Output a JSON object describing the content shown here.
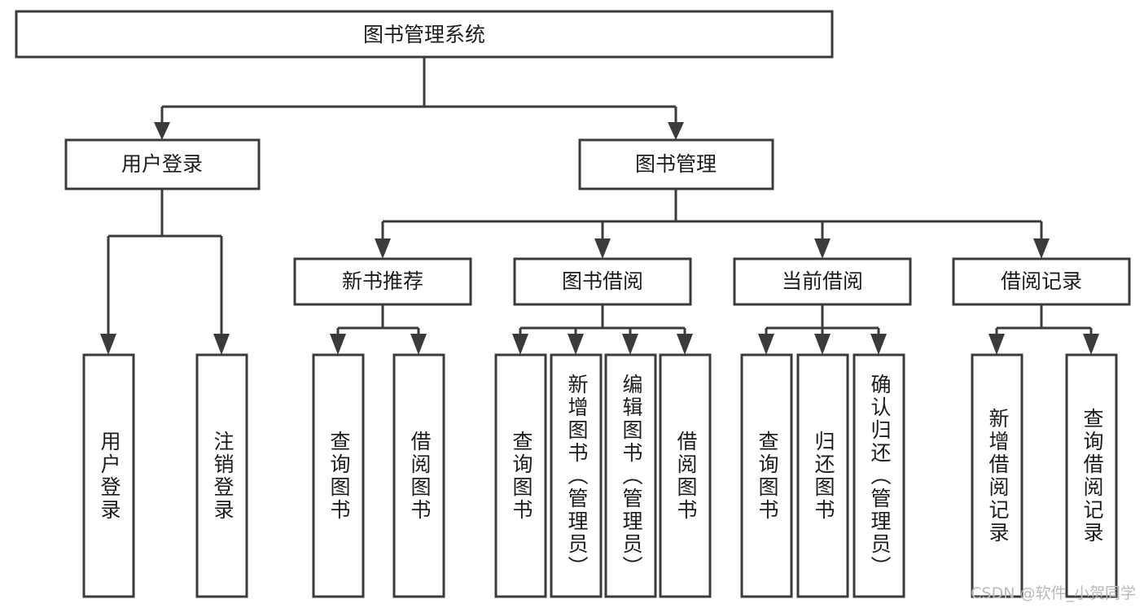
{
  "diagram": {
    "type": "tree-hierarchy",
    "title": "图书管理系统",
    "orientation": "top-down",
    "colors": {
      "background": "#ffffff",
      "box_fill": "#ffffff",
      "box_stroke": "#3b3b3b",
      "connector": "#3b3b3b",
      "text": "#1c1c1c",
      "watermark": "#b9b9b9"
    },
    "root": {
      "label": "图书管理系统",
      "orientation": "horizontal"
    },
    "level2": [
      {
        "label": "用户登录",
        "orientation": "horizontal"
      },
      {
        "label": "图书管理",
        "orientation": "horizontal"
      }
    ],
    "level3": [
      {
        "label": "新书推荐",
        "orientation": "horizontal"
      },
      {
        "label": "图书借阅",
        "orientation": "horizontal"
      },
      {
        "label": "当前借阅",
        "orientation": "horizontal"
      },
      {
        "label": "借阅记录",
        "orientation": "horizontal"
      }
    ],
    "leaves": {
      "user_login": [
        {
          "label": "用户登录",
          "orientation": "vertical"
        },
        {
          "label": "注销登录",
          "orientation": "vertical"
        }
      ],
      "new_book_recommend": [
        {
          "label": "查询图书",
          "orientation": "vertical"
        },
        {
          "label": "借阅图书",
          "orientation": "vertical"
        }
      ],
      "book_borrow": [
        {
          "label": "查询图书",
          "orientation": "vertical"
        },
        {
          "label": "新增图书（管理员）",
          "orientation": "vertical"
        },
        {
          "label": "编辑图书（管理员）",
          "orientation": "vertical"
        },
        {
          "label": "借阅图书",
          "orientation": "vertical"
        }
      ],
      "current_borrow": [
        {
          "label": "查询图书",
          "orientation": "vertical"
        },
        {
          "label": "归还图书",
          "orientation": "vertical"
        },
        {
          "label": "确认归还（管理员）",
          "orientation": "vertical"
        }
      ],
      "borrow_record": [
        {
          "label": "新增借阅记录",
          "orientation": "vertical"
        },
        {
          "label": "查询借阅记录",
          "orientation": "vertical"
        }
      ]
    }
  },
  "watermark": {
    "text": "CSDN @软件_小贺同学"
  }
}
